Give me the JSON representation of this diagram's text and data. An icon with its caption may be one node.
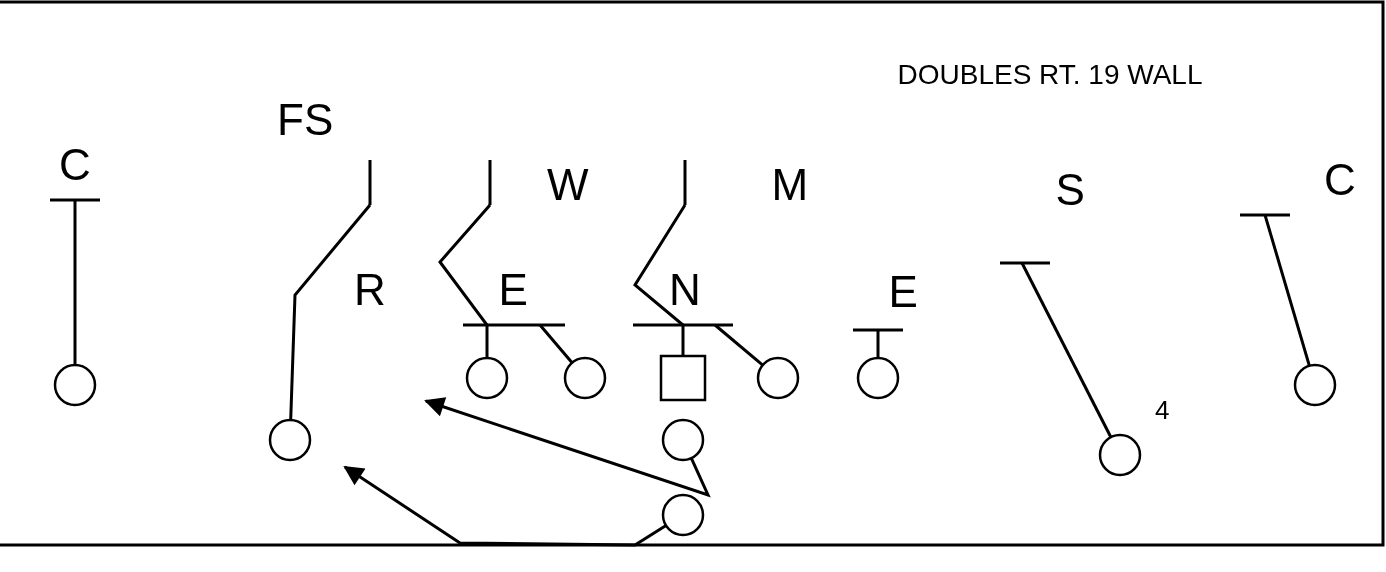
{
  "diagram": {
    "title": "DOUBLES RT. 19 WALL",
    "nodes": [
      {
        "text": [
          "C"
        ]
      },
      {
        "text": [
          "FS"
        ]
      },
      {
        "text": [
          "W"
        ]
      },
      {
        "text": [
          "M"
        ]
      },
      {
        "text": [
          "S"
        ]
      },
      {
        "text": [
          "C"
        ]
      },
      {
        "text": [
          "E"
        ]
      },
      {
        "text": [
          "N"
        ]
      },
      {
        "text": [
          "E"
        ]
      },
      {
        "text": [],
        "shape": "circle"
      },
      {
        "text": [],
        "shape": "circle"
      },
      {
        "text": [],
        "shape": "circle"
      },
      {
        "text": [],
        "shape": "box"
      },
      {
        "text": [],
        "shape": "circle"
      },
      {
        "text": [],
        "shape": "circle"
      },
      {
        "text": [],
        "shape": "circle"
      },
      {
        "text": [],
        "shape": "circle"
      },
      {
        "text": [],
        "shape": "circle"
      },
      {
        "text": [],
        "shape": "circle",
        "beside": [
          "4"
        ]
      },
      {
        "text": [],
        "shape": "circle"
      }
    ],
    "edges": [
      {
        "from": 9,
        "to": 0,
        "arrow": "other"
      },
      {
        "from": 16,
        "to": null,
        "arrow": "other"
      },
      {
        "from": 10,
        "to": null,
        "arrow": "other"
      },
      {
        "from": 11,
        "to": 6,
        "arrow": "other"
      },
      {
        "from": 12,
        "to": null,
        "arrow": "other"
      },
      {
        "from": 13,
        "to": 7,
        "arrow": "other"
      },
      {
        "from": 14,
        "to": 8,
        "arrow": "other"
      },
      {
        "from": 18,
        "to": 4,
        "arrow": "other"
      },
      {
        "from": 15,
        "to": 5,
        "arrow": "other"
      },
      {
        "from": 17,
        "to": null,
        "arrow": "to"
      },
      {
        "from": 19,
        "to": null,
        "arrow": "to"
      }
    ],
    "labels": [
      "R"
    ]
  }
}
